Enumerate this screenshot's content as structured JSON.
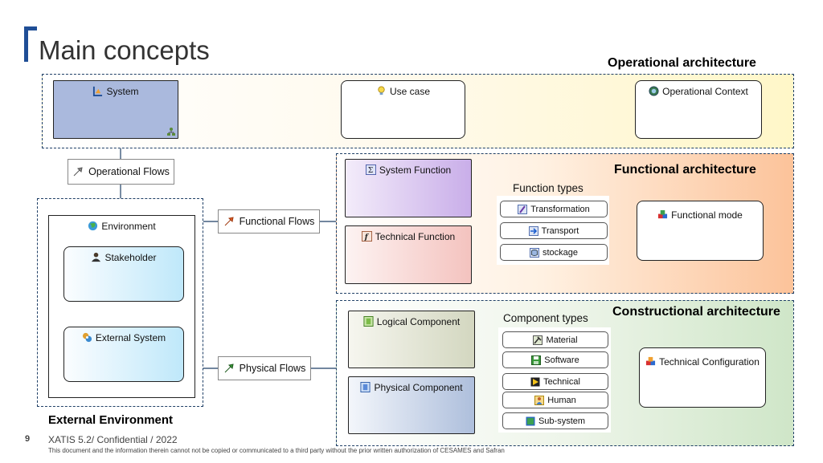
{
  "title": "Main concepts",
  "operational": {
    "label": "Operational architecture",
    "system": "System",
    "use_case": "Use case",
    "context": "Operational Context"
  },
  "functional": {
    "label": "Functional architecture",
    "system_function": "System Function",
    "technical_function": "Technical Function",
    "types_title": "Function types",
    "types": [
      "Transformation",
      "Transport",
      "stockage"
    ],
    "mode": "Functional mode"
  },
  "constructional": {
    "label": "Constructional architecture",
    "logical_component": "Logical Component",
    "physical_component": "Physical Component",
    "types_title": "Component types",
    "types": [
      "Material",
      "Software",
      "Technical",
      "Human",
      "Sub-system"
    ],
    "configuration": "Technical Configuration"
  },
  "external": {
    "label": "External Environment",
    "environment": "Environment",
    "stakeholder": "Stakeholder",
    "external_system": "External System"
  },
  "flows": {
    "operational": "Operational Flows",
    "functional": "Functional Flows",
    "physical": "Physical Flows"
  },
  "footer": {
    "page": "9",
    "text": "XATIS 5.2/ Confidential / 2022",
    "notice": "This document and the information therein cannot not be copied or communicated to a third party without the prior written authorization of CESAMES and Safran"
  },
  "colors": {
    "accent": "#1f4e96",
    "zone_border": "#1f3f66"
  }
}
